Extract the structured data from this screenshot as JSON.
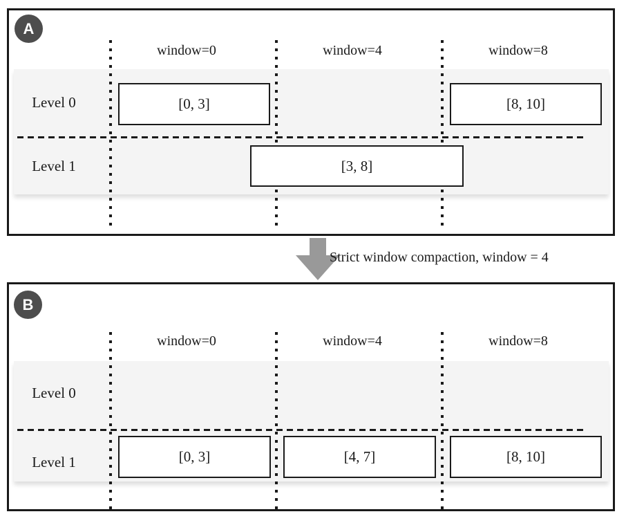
{
  "figure": {
    "panel_a": {
      "badge": "A",
      "columns": [
        "window=0",
        "window=4",
        "window=8"
      ],
      "levels": [
        "Level 0",
        "Level 1"
      ],
      "level0_boxes": [
        "[0, 3]",
        "[8, 10]"
      ],
      "level1_boxes": [
        "[3, 8]"
      ]
    },
    "panel_b": {
      "badge": "B",
      "columns": [
        "window=0",
        "window=4",
        "window=8"
      ],
      "levels": [
        "Level 0",
        "Level 1"
      ],
      "level0_boxes": [],
      "level1_boxes": [
        "[0, 3]",
        "[4, 7]",
        "[8, 10]"
      ]
    },
    "transition": {
      "label": "Strict window compaction, window = 4",
      "arrow_direction": "down"
    }
  },
  "colors": {
    "ink": "#1a1a1a",
    "badge_bg": "#4d4d4d",
    "band_bg": "#f4f4f4",
    "arrow_gray": "#999999",
    "background": "#ffffff"
  }
}
